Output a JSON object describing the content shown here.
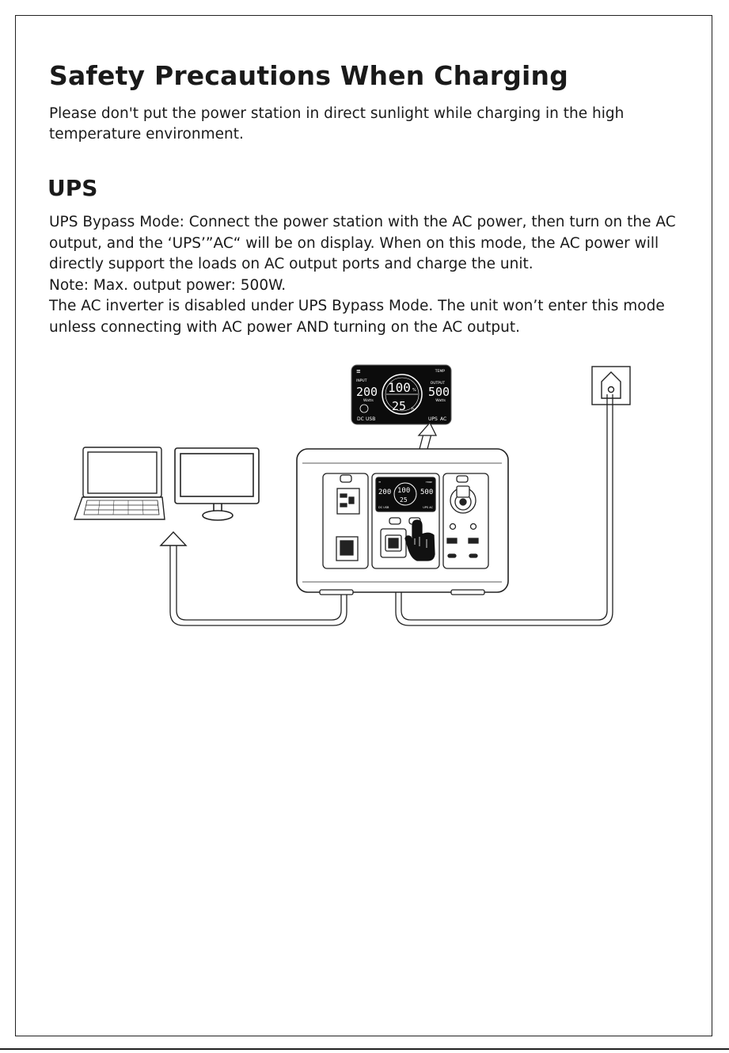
{
  "page": {
    "title": "Safety Precautions When Charging",
    "intro": "Please don't put the power station in direct sunlight while charging in the high temperature environment."
  },
  "ups": {
    "heading": "UPS",
    "paragraphs": [
      "UPS Bypass Mode: Connect the power station with the AC power, then turn on the AC output, and the ‘UPS’”AC“ will be on display. When on this mode, the AC power will directly support the loads on AC output ports and charge the unit.",
      "Note: Max. output power: 500W.",
      "The AC inverter is disabled under UPS Bypass Mode. The unit won’t enter this mode unless connecting with AC power AND turning on the AC output."
    ]
  },
  "display": {
    "temp_label": "TEMP",
    "input_label": "INPUT",
    "input_value": "200",
    "input_unit": "Watts",
    "battery_value": "100",
    "battery_unit": "%",
    "time_value": "25",
    "time_unit": "h",
    "output_label": "OUTPUT",
    "output_value": "500",
    "output_unit": "Watts",
    "dc_label": "DC",
    "usb_label": "USB",
    "ups_label": "UPS",
    "ac_label": "AC"
  },
  "icons": {
    "laptop": "laptop-icon",
    "monitor": "monitor-icon",
    "wall_outlet": "wall-outlet-icon",
    "power_station": "power-station-icon",
    "hand": "pointing-hand-icon"
  }
}
